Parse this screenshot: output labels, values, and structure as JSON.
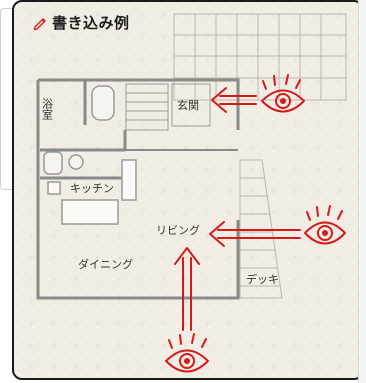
{
  "heading": {
    "title": "書き込み例",
    "icon": "pencil-icon"
  },
  "rooms": {
    "bath": "浴室",
    "entrance": "玄関",
    "kitchen": "キッチン",
    "living": "リビング",
    "dining": "ダイニング",
    "deck": "デッキ"
  },
  "colors": {
    "annotation": "#d51a1a",
    "floorplan": "#7a7a7a",
    "paper": "#f1ede4"
  }
}
